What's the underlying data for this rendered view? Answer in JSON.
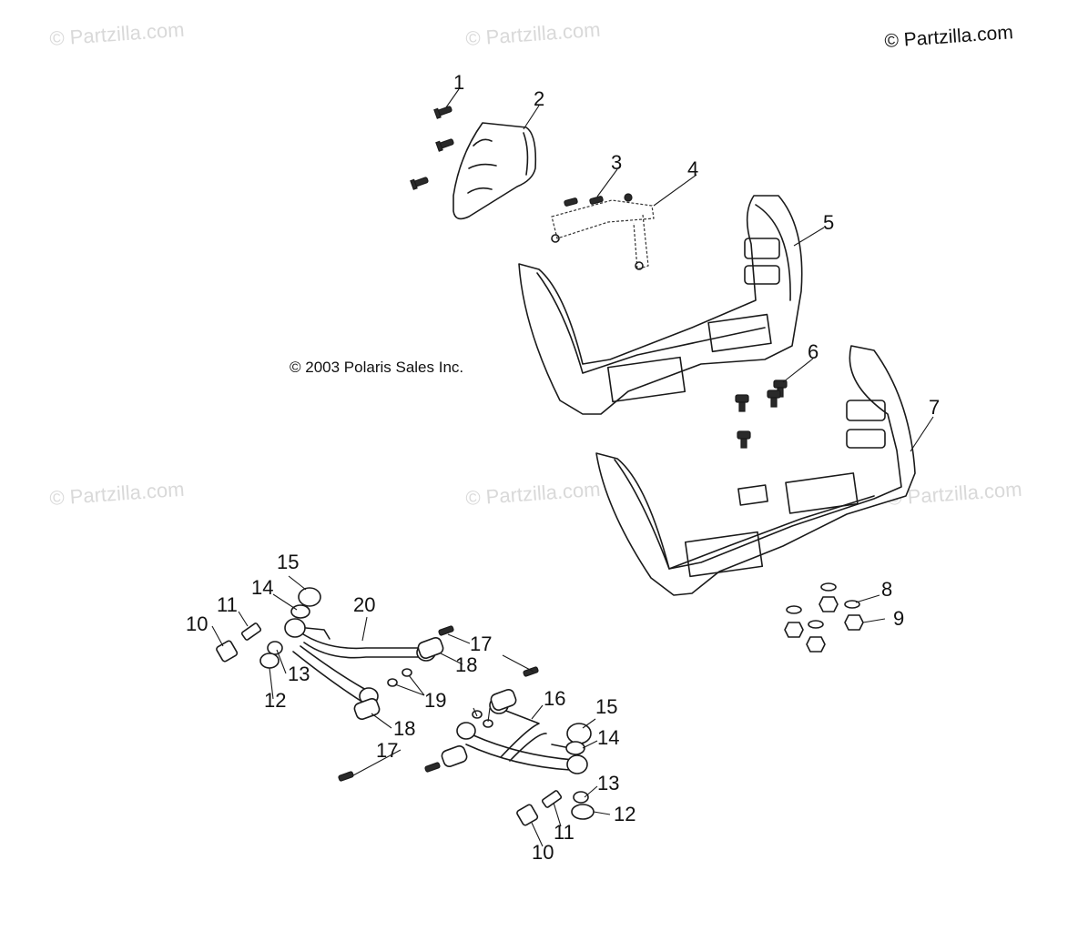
{
  "watermark": "© Partzilla.com",
  "brand_copyright": "© Partzilla.com",
  "diagram_copyright": "© 2003 Polaris Sales Inc.",
  "callouts": {
    "c1": "1",
    "c2": "2",
    "c3": "3",
    "c4": "4",
    "c5": "5",
    "c6": "6",
    "c7": "7",
    "c8": "8",
    "c9": "9",
    "c10a": "10",
    "c10b": "10",
    "c11a": "11",
    "c11b": "11",
    "c12a": "12",
    "c12b": "12",
    "c13a": "13",
    "c13b": "13",
    "c14a": "14",
    "c14b": "14",
    "c15a": "15",
    "c15b": "15",
    "c16": "16",
    "c17a": "17",
    "c17b": "17",
    "c18a": "18",
    "c18b": "18",
    "c19": "19",
    "c20": "20"
  }
}
